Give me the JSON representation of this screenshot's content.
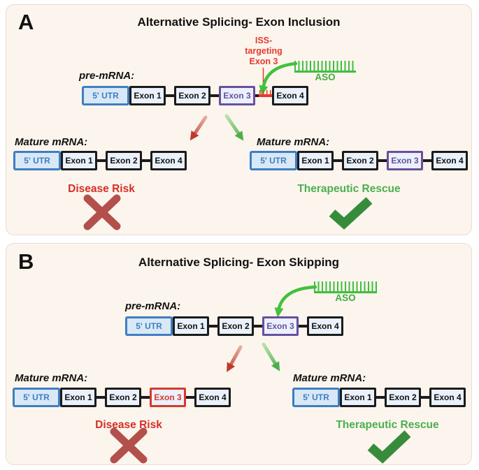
{
  "panels": [
    {
      "letter": "A",
      "title": "Alternative Splicing- Exon Inclusion",
      "pre_mrna_label": "pre-mRNA:",
      "iss_label_lines": [
        "ISS-",
        "targeting",
        "Exon 3"
      ],
      "aso_label": "ASO",
      "pre_mrna_boxes": [
        {
          "label": "5' UTR",
          "style": "utr",
          "link": "none"
        },
        {
          "label": "Exon 1",
          "style": "exon",
          "link": "none"
        },
        {
          "label": "Exon 2",
          "style": "exon",
          "link": "plain"
        },
        {
          "label": "Exon 3",
          "style": "purple",
          "link": "plain"
        },
        {
          "label": "Exon 4",
          "style": "exon",
          "link": "iss"
        }
      ],
      "left_outcome": {
        "label": "Mature mRNA:",
        "boxes": [
          {
            "label": "5' UTR",
            "style": "utr",
            "link": "none"
          },
          {
            "label": "Exon 1",
            "style": "exon",
            "link": "none"
          },
          {
            "label": "Exon 2",
            "style": "exon",
            "link": "plain"
          },
          {
            "label": "Exon 4",
            "style": "exon",
            "link": "plain"
          }
        ],
        "caption": "Disease Risk",
        "mark": "cross"
      },
      "right_outcome": {
        "label": "Mature mRNA:",
        "boxes": [
          {
            "label": "5' UTR",
            "style": "utr",
            "link": "none"
          },
          {
            "label": "Exon 1",
            "style": "exon",
            "link": "none"
          },
          {
            "label": "Exon 2",
            "style": "exon",
            "link": "plain"
          },
          {
            "label": "Exon 3",
            "style": "purple",
            "link": "plain"
          },
          {
            "label": "Exon 4",
            "style": "exon",
            "link": "plain"
          }
        ],
        "caption": "Therapeutic Rescue",
        "mark": "check"
      }
    },
    {
      "letter": "B",
      "title": "Alternative Splicing- Exon Skipping",
      "pre_mrna_label": "pre-mRNA:",
      "aso_label": "ASO",
      "pre_mrna_boxes": [
        {
          "label": "5' UTR",
          "style": "utr",
          "link": "none"
        },
        {
          "label": "Exon 1",
          "style": "exon",
          "link": "none"
        },
        {
          "label": "Exon 2",
          "style": "exon",
          "link": "plain"
        },
        {
          "label": "Exon 3",
          "style": "purple",
          "link": "plain"
        },
        {
          "label": "Exon 4",
          "style": "exon",
          "link": "plain"
        }
      ],
      "left_outcome": {
        "label": "Mature mRNA:",
        "boxes": [
          {
            "label": "5' UTR",
            "style": "utr",
            "link": "none"
          },
          {
            "label": "Exon 1",
            "style": "exon",
            "link": "none"
          },
          {
            "label": "Exon 2",
            "style": "exon",
            "link": "plain"
          },
          {
            "label": "Exon 3",
            "style": "red",
            "link": "plain"
          },
          {
            "label": "Exon 4",
            "style": "exon",
            "link": "plain"
          }
        ],
        "caption": "Disease Risk",
        "mark": "cross"
      },
      "right_outcome": {
        "label": "Mature mRNA:",
        "boxes": [
          {
            "label": "5' UTR",
            "style": "utr",
            "link": "none"
          },
          {
            "label": "Exon 1",
            "style": "exon",
            "link": "none"
          },
          {
            "label": "Exon 2",
            "style": "exon",
            "link": "plain"
          },
          {
            "label": "Exon 4",
            "style": "exon",
            "link": "plain"
          }
        ],
        "caption": "Therapeutic Rescue",
        "mark": "check"
      }
    }
  ],
  "colors": {
    "panel_background": "#FCF5ED",
    "panel_border": "#E7DDD3",
    "utr_blue": "#3F7EC1",
    "utr_fill": "#D9E8F7",
    "exon_fill": "#EAF1FB",
    "exon_border": "#1B1B1B",
    "exon3_purple": "#6B4E9E",
    "exon3_red": "#D6392E",
    "iss_red": "#E8392B",
    "disease_red": "#D42F26",
    "rescue_green": "#4CAF50",
    "aso_green": "#3FBE3F",
    "cross_red": "#B3504B",
    "check_green": "#378C3C"
  }
}
